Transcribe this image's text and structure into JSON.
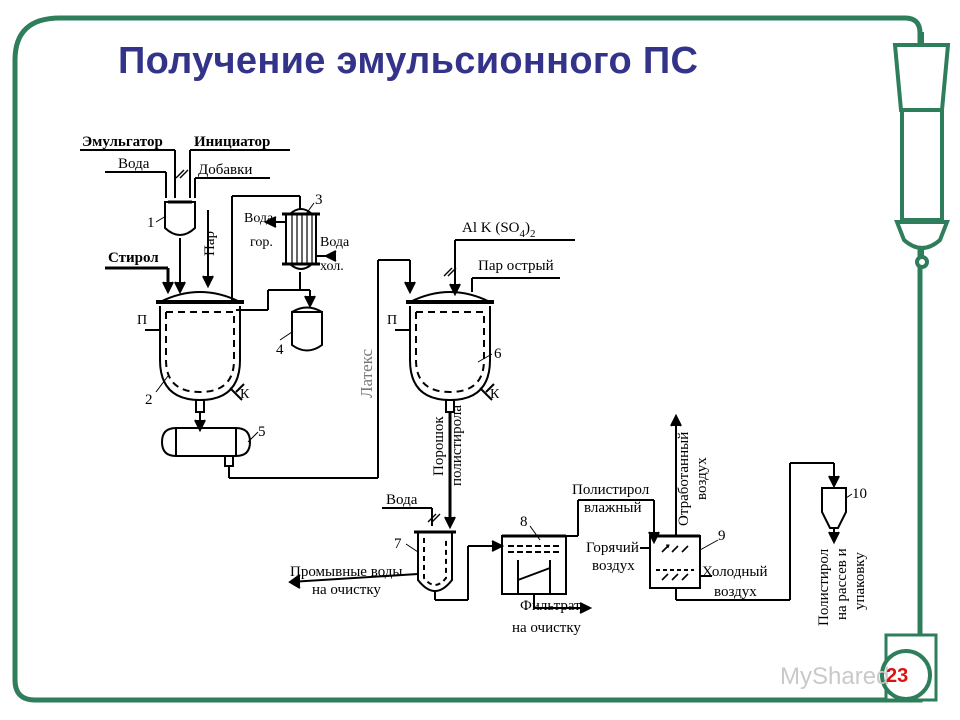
{
  "slide": {
    "title": "Получение эмульсионного ПС",
    "page_number": "23",
    "watermark": "MyShared",
    "colors": {
      "frame": "#2e7d5b",
      "title": "#33338a",
      "page_number": "#dd1111"
    }
  },
  "diagram": {
    "inputs": {
      "emulsifier": "Эмульгатор",
      "water": "Вода",
      "initiator": "Инициатор",
      "additives": "Добавки",
      "styrene": "Стирол",
      "steam": "Пар",
      "alum": "Al K (SO",
      "alum_sub4": "4",
      "alum_tail": ")",
      "alum_sub2": "2",
      "live_steam": "Пар острый",
      "water_2": "Вода"
    },
    "condenser": {
      "water_hot_1": "Вода",
      "water_hot_2": "гор.",
      "water_cold_1": "Вода",
      "water_cold_2": "хол."
    },
    "valves": {
      "p1": "П",
      "k1": "К",
      "p2": "П",
      "k2": "К"
    },
    "streams": {
      "latex": "Латекс",
      "powder_1": "Порошок",
      "powder_2": "полистирола",
      "wash_water_1": "Промывные воды",
      "wash_water_2": "на очистку",
      "filtrate_1": "Фильтрат",
      "filtrate_2": "на очистку",
      "wet_ps_1": "Полистирол",
      "wet_ps_2": "влажный",
      "spent_air_1": "Отработанный",
      "spent_air_2": "воздух",
      "hot_air_1": "Горячий",
      "hot_air_2": "воздух",
      "cold_air_1": "Холодный",
      "cold_air_2": "воздух",
      "ps_out_1": "Полистирол",
      "ps_out_2": "на рассев и",
      "ps_out_3": "упаковку"
    },
    "equipment_numbers": [
      "1",
      "2",
      "3",
      "4",
      "5",
      "6",
      "7",
      "8",
      "9",
      "10"
    ]
  }
}
